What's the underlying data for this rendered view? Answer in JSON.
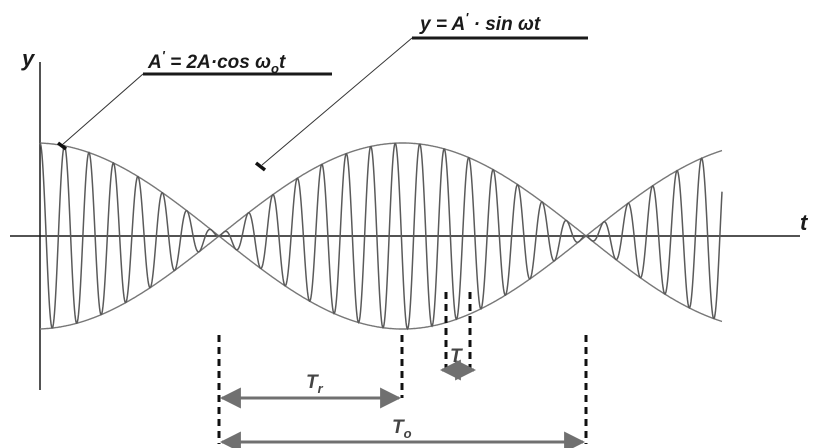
{
  "axes": {
    "y_label": "y",
    "x_label": "t"
  },
  "equations": {
    "envelope": {
      "lhs": "A",
      "prime": "'",
      "rhs_a": " = 2A·cos ω",
      "sub": "o",
      "rhs_b": "t"
    },
    "wave": {
      "lhs": "y = A",
      "prime": "'",
      "rhs": " · sin ωt"
    }
  },
  "periods": {
    "carrier": {
      "main": "T",
      "sub": ""
    },
    "beat": {
      "main": "T",
      "sub": "r"
    },
    "envelope": {
      "main": "T",
      "sub": "o"
    }
  },
  "colors": {
    "axis": "#1a1a1a",
    "wave": "#5a5a5a",
    "envelope": "#777777",
    "arrow": "#707070",
    "guide": "#111111"
  }
}
